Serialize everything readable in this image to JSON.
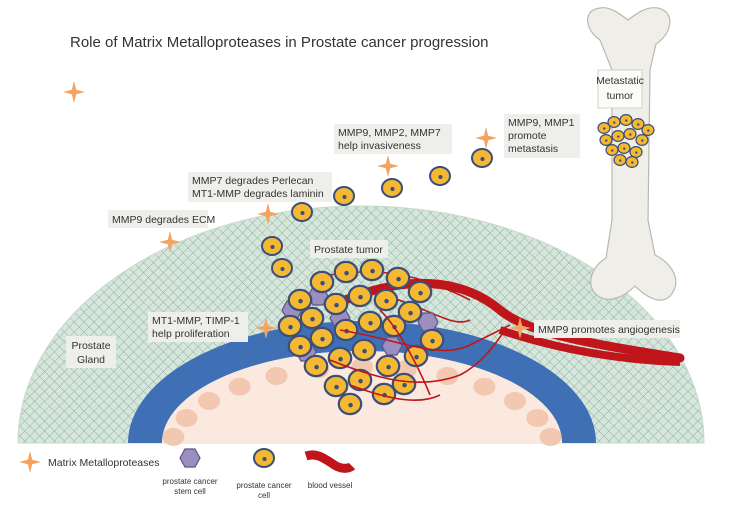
{
  "title": "Role of Matrix Metalloproteases in Prostate cancer progression",
  "labels": {
    "metastatic_tumor": [
      "Metastatic",
      "tumor"
    ],
    "mmp9_mmp1": [
      "MMP9, MMP1",
      "promote",
      "metastasis"
    ],
    "mmp9_mmp2_mmp7": [
      "MMP9, MMP2, MMP7",
      "help invasiveness"
    ],
    "mmp7_mt1": [
      "MMP7 degrades Perlecan",
      "MT1-MMP degrades laminin"
    ],
    "mmp9_ecm": "MMP9 degrades ECM",
    "prostate_tumor": "Prostate tumor",
    "mt1_timp": [
      "MT1-MMP, TIMP-1",
      "help proliferation"
    ],
    "mmp9_angio": "MMP9 promotes angiogenesis",
    "prostate_gland": [
      "Prostate",
      "Gland"
    ]
  },
  "legend": {
    "mmp": "Matrix Metalloproteases",
    "stem_cell": [
      "prostate cancer",
      "stem cell"
    ],
    "cancer_cell": [
      "prostate cancer",
      "cell"
    ],
    "blood_vessel": "blood vessel"
  },
  "colors": {
    "star": "#f4a460",
    "cell_fill": "#f5b833",
    "cell_stroke": "#3c4f78",
    "stem_fill": "#9b8fbf",
    "vessel": "#c0151b",
    "membrane": "#3f6fb5",
    "gland": "#d4e4d8",
    "lumen_cell": "#f2c8b0"
  }
}
